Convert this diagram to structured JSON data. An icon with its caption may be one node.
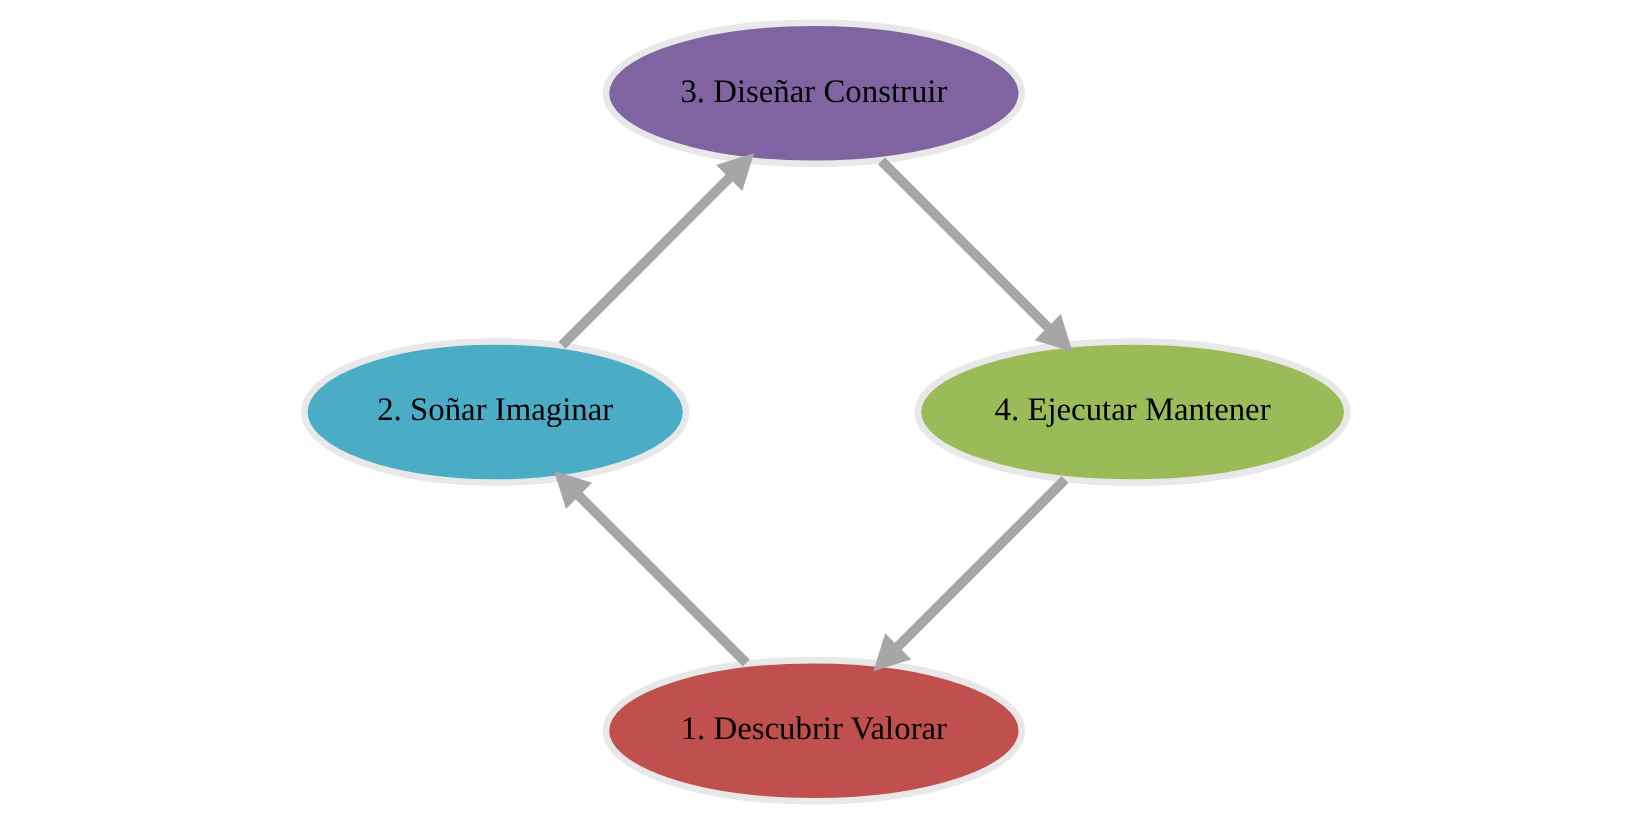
{
  "diagram": {
    "nodes": [
      {
        "text": [
          "1. Descubrir Valorar"
        ]
      },
      {
        "text": [
          "2. Soñar Imaginar"
        ]
      },
      {
        "text": [
          "3. Diseñar Construir"
        ]
      },
      {
        "text": [
          "4. Ejecutar Mantener"
        ]
      }
    ],
    "edges": [
      {
        "from": 0,
        "to": 1,
        "arrow": "to"
      },
      {
        "from": 1,
        "to": 2,
        "arrow": "to"
      },
      {
        "from": 2,
        "to": 3,
        "arrow": "to"
      },
      {
        "from": 3,
        "to": 0,
        "arrow": "to"
      }
    ]
  }
}
